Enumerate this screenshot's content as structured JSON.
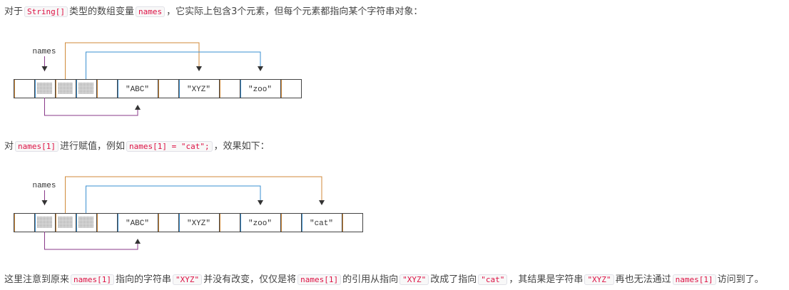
{
  "para1": {
    "t1": "对于",
    "c1": "String[]",
    "t2": "类型的数组变量",
    "c2": "names",
    "t3": "，它实际上包含3个元素，但每个元素都指向某个字符串对象："
  },
  "diagram1": {
    "label": "names",
    "strings": [
      "\"ABC\"",
      "\"XYZ\"",
      "\"zoo\""
    ]
  },
  "para2": {
    "t1": "对",
    "c1": "names[1]",
    "t2": "进行赋值，例如",
    "c2": "names[1] = \"cat\";",
    "t3": "，效果如下："
  },
  "diagram2": {
    "label": "names",
    "strings": [
      "\"ABC\"",
      "\"XYZ\"",
      "\"zoo\"",
      "\"cat\""
    ]
  },
  "para3": {
    "t1": "这里注意到原来",
    "c1": "names[1]",
    "t2": "指向的字符串",
    "c2": "\"XYZ\"",
    "t3": "并没有改变，仅仅是将",
    "c3": "names[1]",
    "t4": "的引用从指向",
    "c4": "\"XYZ\"",
    "t5": "改成了指向",
    "c5": "\"cat\"",
    "t6": "，其结果是字符串",
    "c6": "\"XYZ\"",
    "t7": "再也无法通过",
    "c7": "names[1]",
    "t8": "访问到了。"
  },
  "colors": {
    "code_text": "#dd1144",
    "line_orange": "#d08a3a",
    "line_blue": "#3a8fd0",
    "line_purple": "#8a3a8a"
  }
}
